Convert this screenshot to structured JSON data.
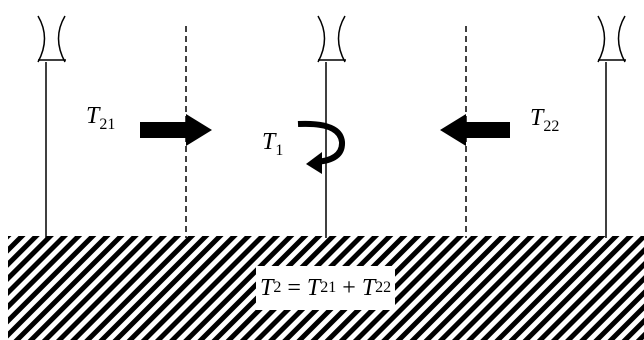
{
  "labels": {
    "t21": {
      "letter": "T",
      "sub": "21"
    },
    "t1": {
      "letter": "T",
      "sub": "1"
    },
    "t22": {
      "letter": "T",
      "sub": "22"
    }
  },
  "equation": {
    "lhs": {
      "letter": "T",
      "sub": "2"
    },
    "eq_sign": "=",
    "term1": {
      "letter": "T",
      "sub": "21"
    },
    "plus_sign": "+",
    "term2": {
      "letter": "T",
      "sub": "22"
    }
  }
}
